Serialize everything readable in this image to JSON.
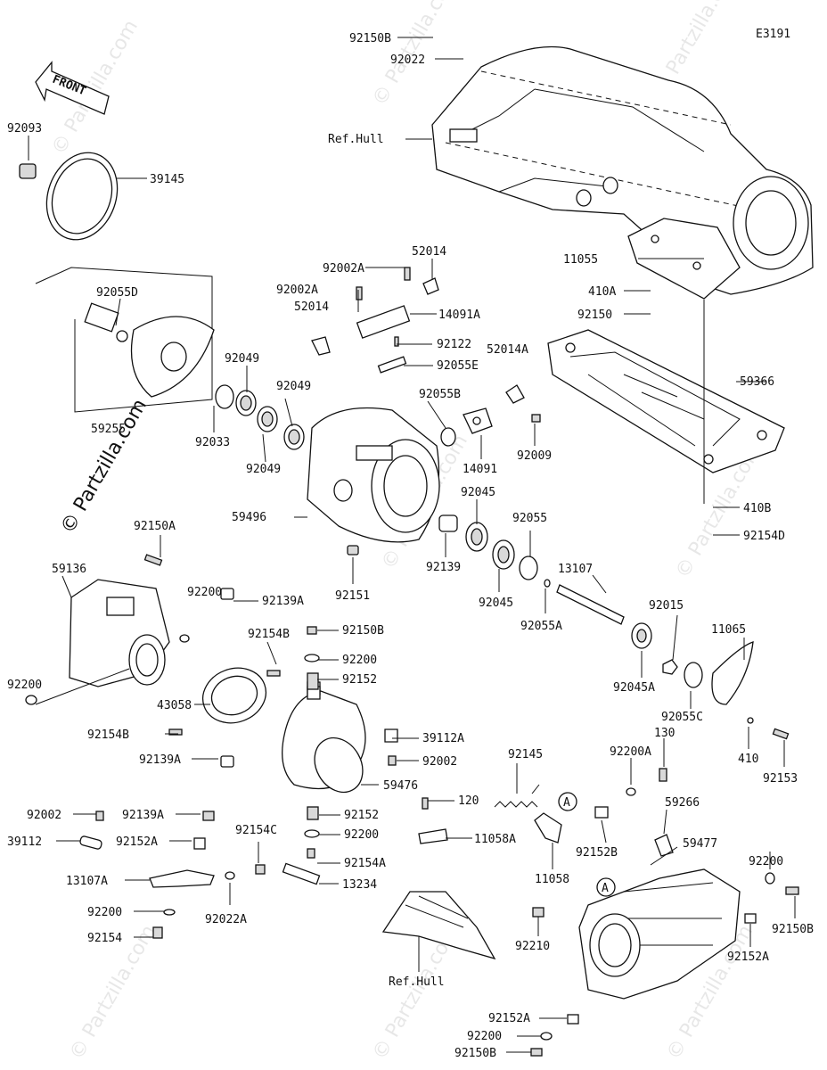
{
  "diagram_code": "E3191",
  "front_label": "FRONT",
  "watermark_main": "© Partzilla.com",
  "watermark_repeat": "© Partzilla.com",
  "callouts": {
    "a1": "A",
    "a2": "A"
  },
  "labels": [
    {
      "id": "l-92150B-top",
      "text": "92150B"
    },
    {
      "id": "l-92022",
      "text": "92022"
    },
    {
      "id": "l-refhull-top",
      "text": "Ref.Hull"
    },
    {
      "id": "l-92093",
      "text": "92093"
    },
    {
      "id": "l-39145",
      "text": "39145"
    },
    {
      "id": "l-92055D",
      "text": "92055D"
    },
    {
      "id": "l-59255",
      "text": "59255"
    },
    {
      "id": "l-92049a",
      "text": "92049"
    },
    {
      "id": "l-92049b",
      "text": "92049"
    },
    {
      "id": "l-92033",
      "text": "92033"
    },
    {
      "id": "l-92049c",
      "text": "92049"
    },
    {
      "id": "l-92002A-1",
      "text": "92002A"
    },
    {
      "id": "l-52014-top",
      "text": "52014"
    },
    {
      "id": "l-92002A-2",
      "text": "92002A"
    },
    {
      "id": "l-52014-left",
      "text": "52014"
    },
    {
      "id": "l-14091A",
      "text": "14091A"
    },
    {
      "id": "l-92122",
      "text": "92122"
    },
    {
      "id": "l-92055E",
      "text": "92055E"
    },
    {
      "id": "l-52014A",
      "text": "52014A"
    },
    {
      "id": "l-92055B",
      "text": "92055B"
    },
    {
      "id": "l-14091",
      "text": "14091"
    },
    {
      "id": "l-92009",
      "text": "92009"
    },
    {
      "id": "l-92045a",
      "text": "92045"
    },
    {
      "id": "l-59496",
      "text": "59496"
    },
    {
      "id": "l-92139",
      "text": "92139"
    },
    {
      "id": "l-92045b",
      "text": "92045"
    },
    {
      "id": "l-92055",
      "text": "92055"
    },
    {
      "id": "l-92055A",
      "text": "92055A"
    },
    {
      "id": "l-92151",
      "text": "92151"
    },
    {
      "id": "l-13107",
      "text": "13107"
    },
    {
      "id": "l-11055",
      "text": "11055"
    },
    {
      "id": "l-410A",
      "text": "410A"
    },
    {
      "id": "l-92150",
      "text": "92150"
    },
    {
      "id": "l-59366",
      "text": "59366"
    },
    {
      "id": "l-410B",
      "text": "410B"
    },
    {
      "id": "l-92154D",
      "text": "92154D"
    },
    {
      "id": "l-92150A",
      "text": "92150A"
    },
    {
      "id": "l-59136",
      "text": "59136"
    },
    {
      "id": "l-92200-a",
      "text": "92200"
    },
    {
      "id": "l-92139A-1",
      "text": "92139A"
    },
    {
      "id": "l-92154B-1",
      "text": "92154B"
    },
    {
      "id": "l-92150B-mid",
      "text": "92150B"
    },
    {
      "id": "l-92200-b",
      "text": "92200"
    },
    {
      "id": "l-92152-a",
      "text": "92152"
    },
    {
      "id": "l-92200-c",
      "text": "92200"
    },
    {
      "id": "l-43058",
      "text": "43058"
    },
    {
      "id": "l-92154B-2",
      "text": "92154B"
    },
    {
      "id": "l-92139A-2",
      "text": "92139A"
    },
    {
      "id": "l-39112A",
      "text": "39112A"
    },
    {
      "id": "l-92002-a",
      "text": "92002"
    },
    {
      "id": "l-59476",
      "text": "59476"
    },
    {
      "id": "l-92015",
      "text": "92015"
    },
    {
      "id": "l-11065",
      "text": "11065"
    },
    {
      "id": "l-92045A",
      "text": "92045A"
    },
    {
      "id": "l-92055C",
      "text": "92055C"
    },
    {
      "id": "l-410",
      "text": "410"
    },
    {
      "id": "l-92153",
      "text": "92153"
    },
    {
      "id": "l-92002-b",
      "text": "92002"
    },
    {
      "id": "l-92139A-3",
      "text": "92139A"
    },
    {
      "id": "l-39112",
      "text": "39112"
    },
    {
      "id": "l-92152A-1",
      "text": "92152A"
    },
    {
      "id": "l-92154C",
      "text": "92154C"
    },
    {
      "id": "l-92152-b",
      "text": "92152"
    },
    {
      "id": "l-92200-d",
      "text": "92200"
    },
    {
      "id": "l-92154A",
      "text": "92154A"
    },
    {
      "id": "l-13107A",
      "text": "13107A"
    },
    {
      "id": "l-13234",
      "text": "13234"
    },
    {
      "id": "l-92200-e",
      "text": "92200"
    },
    {
      "id": "l-92022A",
      "text": "92022A"
    },
    {
      "id": "l-92154",
      "text": "92154"
    },
    {
      "id": "l-92145",
      "text": "92145"
    },
    {
      "id": "l-120",
      "text": "120"
    },
    {
      "id": "l-11058A",
      "text": "11058A"
    },
    {
      "id": "l-11058",
      "text": "11058"
    },
    {
      "id": "l-92200A",
      "text": "92200A"
    },
    {
      "id": "l-130",
      "text": "130"
    },
    {
      "id": "l-92152B",
      "text": "92152B"
    },
    {
      "id": "l-59266",
      "text": "59266"
    },
    {
      "id": "l-59477",
      "text": "59477"
    },
    {
      "id": "l-92200-f",
      "text": "92200"
    },
    {
      "id": "l-92150B-r",
      "text": "92150B"
    },
    {
      "id": "l-92152A-2",
      "text": "92152A"
    },
    {
      "id": "l-92210",
      "text": "92210"
    },
    {
      "id": "l-refhull-bot",
      "text": "Ref.Hull"
    },
    {
      "id": "l-92152A-3",
      "text": "92152A"
    },
    {
      "id": "l-92200-g",
      "text": "92200"
    },
    {
      "id": "l-92150B-bot",
      "text": "92150B"
    }
  ]
}
